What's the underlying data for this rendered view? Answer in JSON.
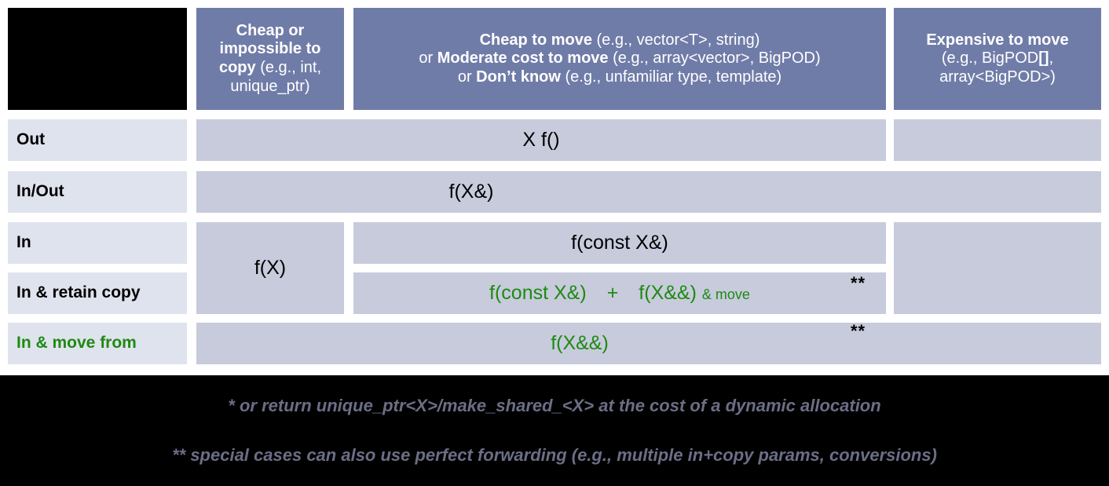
{
  "title": "Parameter passing / return guidance table",
  "colors": {
    "header_bg": "#707ca8",
    "row_label_bg": "#dfe3ed",
    "cell_bg": "#c7cbdc",
    "green": "#1e8a12",
    "footer_bg": "#000000",
    "footer_text": "#6b6e85",
    "corner": "#000000"
  },
  "header": {
    "corner_label": "",
    "col_cheap_copy": {
      "bold1": "Cheap or impossible to copy",
      "rest1": " (e.g., int, unique_ptr)"
    },
    "col_cheap_move": {
      "line1_bold": "Cheap to move",
      "line1_rest": " (e.g., vector<T>, string)",
      "line2_pre": "or ",
      "line2_bold": "Moderate cost to move",
      "line2_rest": " (e.g., array<vector>, BigPOD)",
      "line3_pre": "or ",
      "line3_bold": "Don’t know",
      "line3_rest": " (e.g., unfamiliar type, template)"
    },
    "col_expensive_move": {
      "line1_bold": "Expensive to move",
      "line2": "(e.g., BigPOD",
      "line2_bold": "[]",
      "line2_tail": ",",
      "line3": "array<BigPOD>)"
    }
  },
  "rows": [
    {
      "label": "Out",
      "green": false,
      "value": "X f()"
    },
    {
      "label": "In/Out",
      "green": false,
      "value": "f(X&)"
    },
    {
      "label": "In",
      "green": false,
      "value": "f(const X&)"
    },
    {
      "label": "In & retain copy",
      "green": false,
      "value": "f(const X&)"
    },
    {
      "label": "In & move from",
      "green": true,
      "value": "f(X&&)"
    }
  ],
  "cells": {
    "cheap_copy_span": "f(X)",
    "retain_copy": {
      "left": "f(const X&)",
      "plus": "+",
      "right": "f(X&&)",
      "suffix": "& move"
    },
    "move_from": "f(X&&)",
    "note_mark_double": "**"
  },
  "footnotes": {
    "one": "* or return unique_ptr<X>/make_shared_<X> at the cost of a dynamic allocation",
    "two": "** special cases can also use perfect forwarding (e.g., multiple in+copy params, conversions)"
  }
}
